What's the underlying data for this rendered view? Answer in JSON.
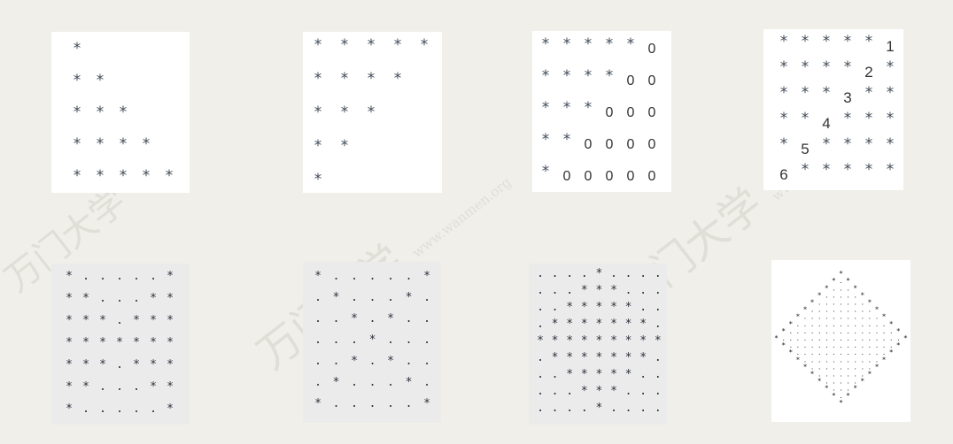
{
  "watermarks": [
    "万门大学",
    "www.wanmen.org"
  ],
  "top_panels": [
    {
      "id": "pattern-1",
      "rows": [
        [
          "*"
        ],
        [
          "*",
          "*"
        ],
        [
          "*",
          "*",
          "*"
        ],
        [
          "*",
          "*",
          "*",
          "*"
        ],
        [
          "*",
          "*",
          "*",
          "*",
          "*"
        ]
      ]
    },
    {
      "id": "pattern-2",
      "rows": [
        [
          "*",
          "*",
          "*",
          "*",
          "*"
        ],
        [
          "*",
          "*",
          "*",
          "*"
        ],
        [
          "*",
          "*",
          "*"
        ],
        [
          "*",
          "*"
        ],
        [
          "*"
        ]
      ]
    },
    {
      "id": "pattern-3",
      "rows": [
        [
          "*",
          "*",
          "*",
          "*",
          "*",
          "0"
        ],
        [
          "*",
          "*",
          "*",
          "*",
          "0",
          "0"
        ],
        [
          "*",
          "*",
          "*",
          "0",
          "0",
          "0"
        ],
        [
          "*",
          "*",
          "0",
          "0",
          "0",
          "0"
        ],
        [
          "*",
          "0",
          "0",
          "0",
          "0",
          "0"
        ]
      ]
    },
    {
      "id": "pattern-4",
      "rows": [
        [
          "*",
          "*",
          "*",
          "*",
          "*",
          "1"
        ],
        [
          "*",
          "*",
          "*",
          "*",
          "2",
          "*"
        ],
        [
          "*",
          "*",
          "*",
          "3",
          "*",
          "*"
        ],
        [
          "*",
          "*",
          "4",
          "*",
          "*",
          "*"
        ],
        [
          "*",
          "5",
          "*",
          "*",
          "*",
          "*"
        ],
        [
          "6",
          "*",
          "*",
          "*",
          "*",
          "*"
        ]
      ]
    }
  ],
  "bottom_panels": [
    {
      "id": "grid-1",
      "rows": [
        "*.....*",
        "**...**",
        "***.***",
        "*******",
        "***.***",
        "**...**",
        "*.....*"
      ]
    },
    {
      "id": "grid-2",
      "rows": [
        "*.....*",
        ".*...*.",
        "..*.*..",
        "...*...",
        "..*.*..",
        ".*...*.",
        "*.....*"
      ]
    },
    {
      "id": "grid-3",
      "rows": [
        "....*....",
        "...***...",
        "..*****..",
        ".*******.",
        "*********",
        ".*******.",
        "..*****..",
        "...***...",
        "....*...."
      ]
    },
    {
      "id": "diamond",
      "size": 19
    }
  ]
}
